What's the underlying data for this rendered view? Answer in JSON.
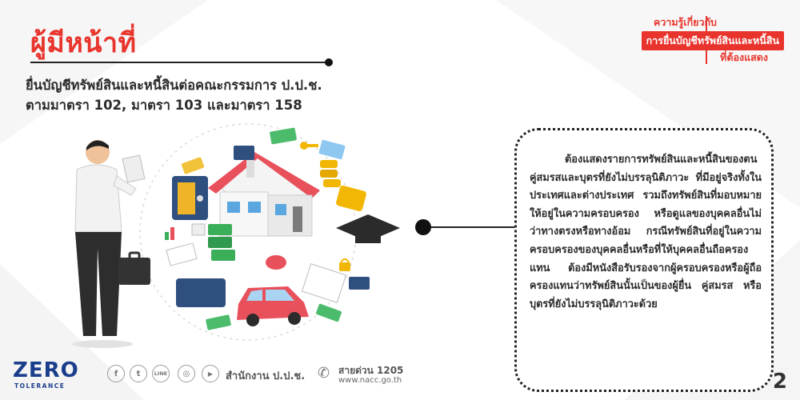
{
  "header": {
    "title": "ผู้มีหน้าที่",
    "subtitle_line1": "ยื่นบัญชีทรัพย์สินและหนี้สินต่อคณะกรรมการ ป.ป.ช.",
    "subtitle_line2": "ตามมาตรา 102, มาตรา 103 และมาตรา 158"
  },
  "topic": {
    "line1": "ความรู้เกี่ยวกับ",
    "line2": "การยื่นบัญชีทรัพย์สินและหนี้สิน",
    "line3": "ที่ต้องแสดง"
  },
  "info": {
    "text": "ต้องแสดงรายการทรัพย์สินและหนี้สินของตน คู่สมรสและบุตรที่ยังไม่บรรลุนิติภาวะ ที่มีอยู่จริงทั้งในประเทศและต่างประเทศ รวมถึงทรัพย์สินที่มอบหมายให้อยู่ในความครอบครอง หรือดูแลของบุคคลอื่นไม่ว่าทางตรงหรือทางอ้อม กรณีทรัพย์สินที่อยู่ในความครอบครองของบุคคลอื่นหรือที่ให้บุคคลอื่นถือครองแทน ต้องมีหนังสือรับรองจากผู้ครอบครองหรือผู้ถือครองแทนว่าทรัพย์สินนั้นเป็นของผู้ยื่น คู่สมรส หรือบุตรที่ยังไม่บรรลุนิติภาวะด้วย"
  },
  "footer": {
    "logo_main": "ZERO",
    "logo_sub": "TOLERANCE",
    "social": {
      "facebook": "f",
      "twitter": "t",
      "line": "LINE",
      "instagram": "◎",
      "youtube": "▶"
    },
    "office": "สำนักงาน ป.ป.ช.",
    "hotline": "สายด่วน 1205",
    "website": "www.nacc.go.th",
    "page_number": "2"
  },
  "colors": {
    "accent": "#e8342c",
    "text": "#2b2b2b",
    "brand_blue": "#1a3e8c"
  }
}
